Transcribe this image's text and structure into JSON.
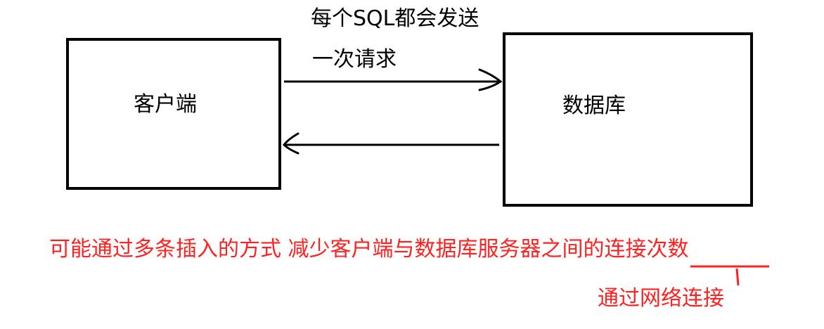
{
  "diagram": {
    "client_label": "客户端",
    "database_label": "数据库",
    "request_note_line1": "每个SQL都会发送",
    "request_note_line2": "一次请求",
    "summary_text": "可能通过多条插入的方式 减少客户端与数据库服务器之间的连接次数",
    "sub_note": "通过网络连接",
    "colors": {
      "line": "#000000",
      "annotation": "#ff2020"
    }
  }
}
